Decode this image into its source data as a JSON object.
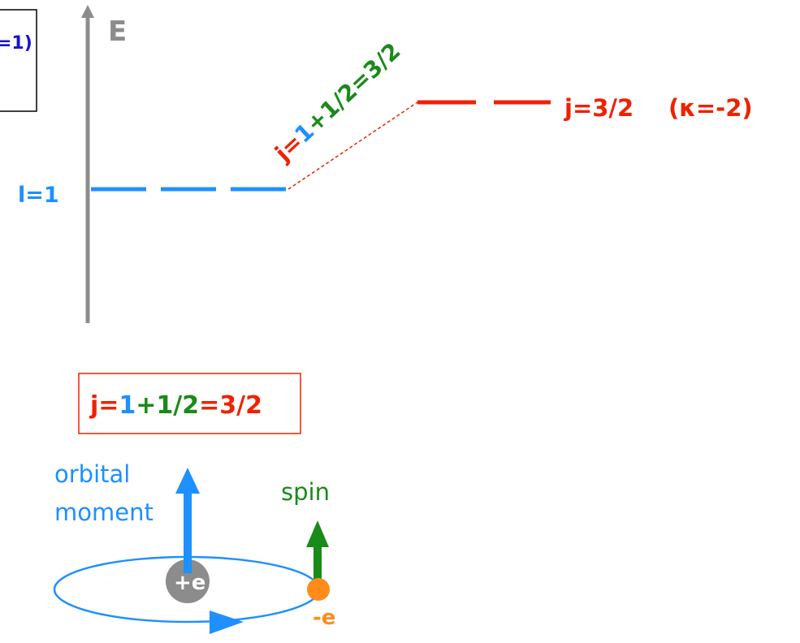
{
  "colors": {
    "blue": "#1e90ff",
    "darkblue": "#1515cc",
    "red": "#ee2200",
    "green": "#1a8a1a",
    "gray": "#8c8c8c",
    "orange": "#ff8c1a",
    "black": "#000000"
  },
  "energy_diagram": {
    "axis_label": "E",
    "clipped_box_text": "=1)",
    "level_l": "l=1",
    "level_j_label": "j=3/2",
    "kappa_label": "(κ=-2)",
    "slope_label": {
      "j_prefix": "j=",
      "orbital": "1",
      "plus": "+",
      "spin": "1/2",
      "equals": "=",
      "total": "3/2"
    }
  },
  "coupling_box": {
    "j_prefix": "j=",
    "orbital": "1",
    "plus": "+",
    "spin": "1/2",
    "equals": "=",
    "total": "3/2"
  },
  "atom_picture": {
    "orbital_label_line1": "orbital",
    "orbital_label_line2": "moment",
    "spin_label": "spin",
    "nucleus_label": "+e",
    "electron_label": "-e"
  }
}
